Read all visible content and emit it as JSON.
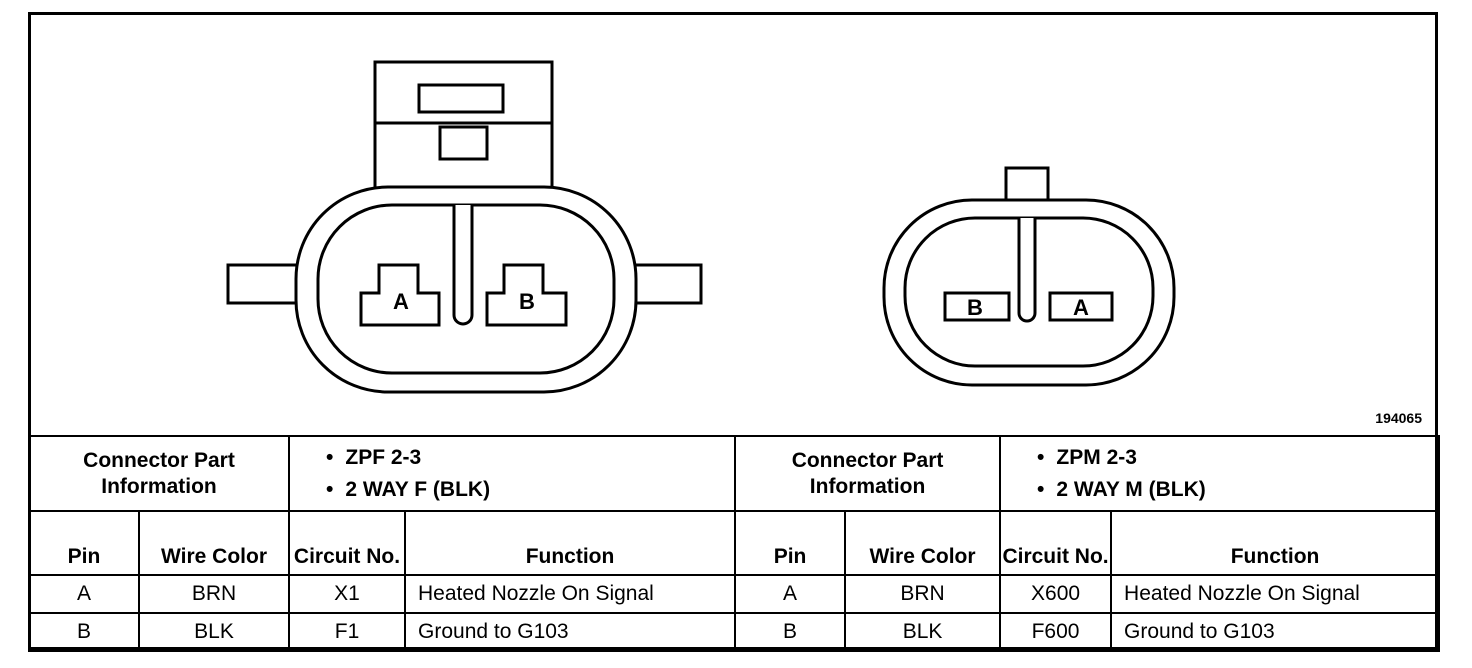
{
  "diagram_id": "194065",
  "left_connector": {
    "pins": [
      "A",
      "B"
    ],
    "part_label": "Connector Part Information",
    "part_items": [
      "ZPF 2-3",
      "2 WAY F (BLK)"
    ],
    "headers": {
      "pin": "Pin",
      "wire_color": "Wire Color",
      "circuit": "Circuit No.",
      "function": "Function"
    },
    "rows": [
      {
        "pin": "A",
        "wire_color": "BRN",
        "circuit": "X1",
        "function": "Heated Nozzle On Signal"
      },
      {
        "pin": "B",
        "wire_color": "BLK",
        "circuit": "F1",
        "function": "Ground to G103"
      }
    ]
  },
  "right_connector": {
    "pins": [
      "B",
      "A"
    ],
    "part_label": "Connector Part Information",
    "part_items": [
      "ZPM 2-3",
      "2 WAY M (BLK)"
    ],
    "headers": {
      "pin": "Pin",
      "wire_color": "Wire Color",
      "circuit": "Circuit No.",
      "function": "Function"
    },
    "rows": [
      {
        "pin": "A",
        "wire_color": "BRN",
        "circuit": "X600",
        "function": "Heated Nozzle On Signal"
      },
      {
        "pin": "B",
        "wire_color": "BLK",
        "circuit": "F600",
        "function": "Ground to G103"
      }
    ]
  }
}
